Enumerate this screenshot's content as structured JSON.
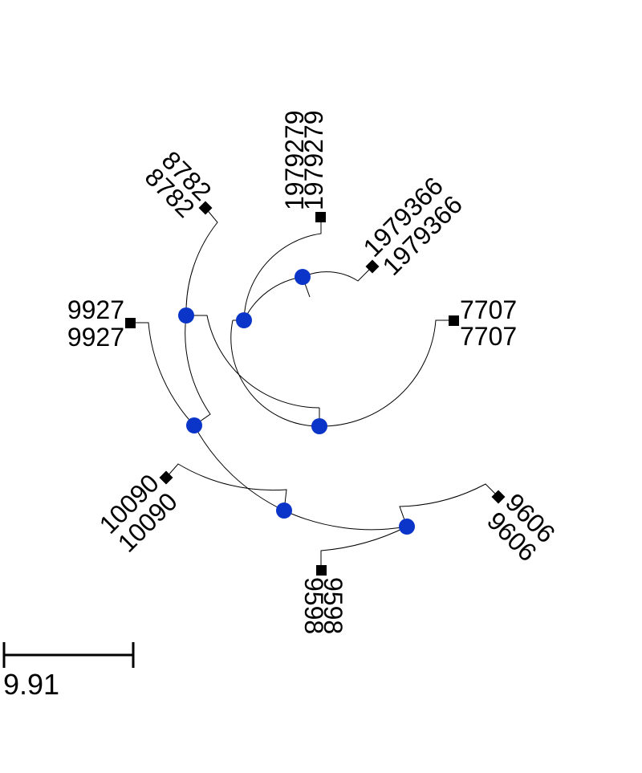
{
  "tree": {
    "tips": [
      {
        "id": "7707",
        "line1": "7707",
        "line2": "7707",
        "marker": "square"
      },
      {
        "id": "1979366",
        "line1": "1979366",
        "line2": "1979366",
        "marker": "diamond"
      },
      {
        "id": "1979279",
        "line1": "1979279",
        "line2": "1979279",
        "marker": "square"
      },
      {
        "id": "8782",
        "line1": "8782",
        "line2": "8782",
        "marker": "diamond"
      },
      {
        "id": "9927",
        "line1": "9927",
        "line2": "9927",
        "marker": "square"
      },
      {
        "id": "10090",
        "line1": "10090",
        "line2": "10090",
        "marker": "diamond"
      },
      {
        "id": "9598",
        "line1": "9598",
        "line2": "9598",
        "marker": "square"
      },
      {
        "id": "9606",
        "line1": "9606",
        "line2": "9606",
        "marker": "diamond"
      }
    ],
    "colors": {
      "node": "#0a35c8",
      "branch": "#000000",
      "tip": "#000000"
    }
  },
  "scale_bar": {
    "label": "9.91"
  }
}
